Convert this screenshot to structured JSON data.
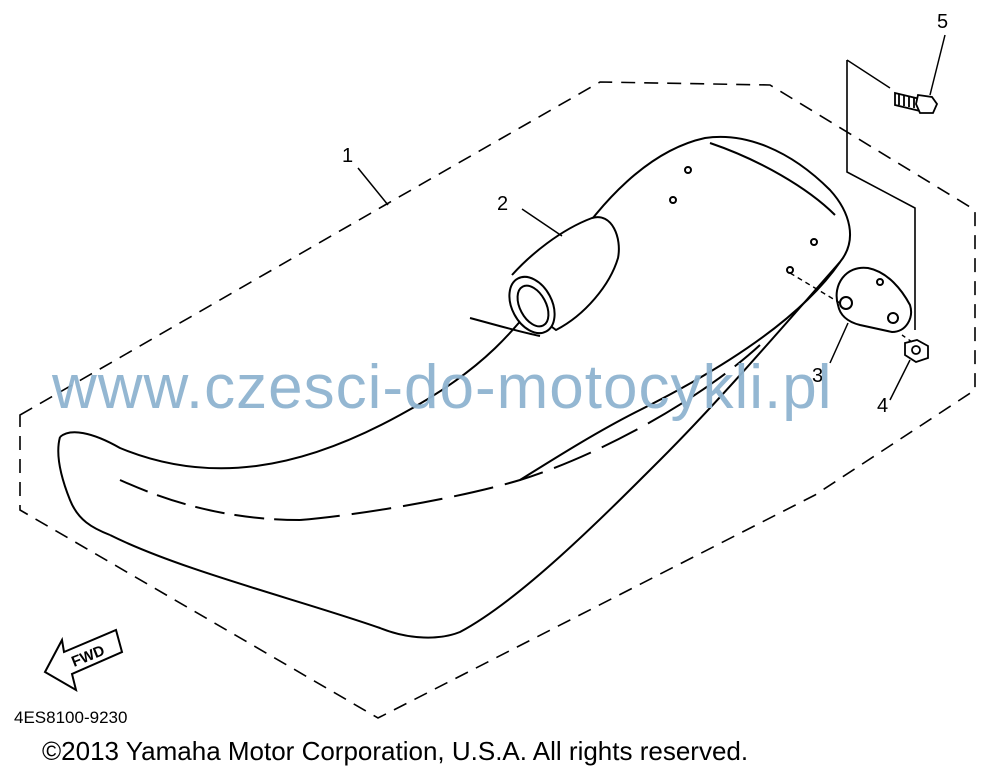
{
  "callouts": {
    "seat": "1",
    "band": "2",
    "bracket": "3",
    "nut": "4",
    "bolt": "5"
  },
  "fwd_label": "FWD",
  "part_code": "4ES8100-9230",
  "watermark": "www.czesci-do-motocykli.pl",
  "copyright": "©2013 Yamaha Motor Corporation, U.S.A. All rights reserved.",
  "colors": {
    "line": "#000000",
    "watermark": "#8fb4d0",
    "background": "#ffffff"
  }
}
